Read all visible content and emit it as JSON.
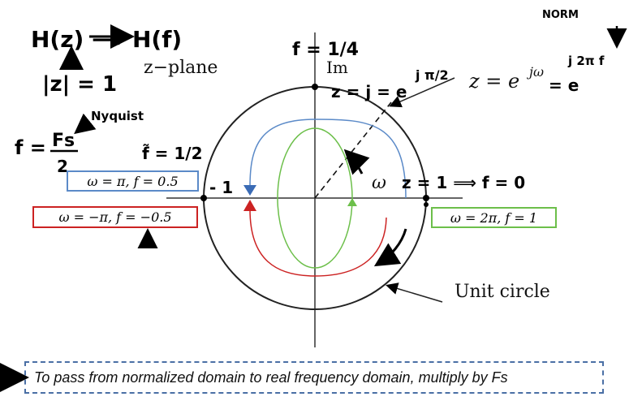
{
  "handwriting": {
    "norm": "NORM",
    "h_map": "H(z) ⟶ H(f)",
    "abs_z": "|z| = 1",
    "f_quarter": "f = 1/4",
    "nyquist": "Nyquist",
    "f_eq": "f =",
    "fs": "Fs",
    "over_two": "2",
    "f_half": "f̃ = 1/2",
    "minus_one": "- 1",
    "z_j": "z = j = e",
    "z_j_exp": "j π/2",
    "z_one": "z = 1 ⟹ f = 0",
    "formula_tail_eq": "= e",
    "formula_tail_exp": "j 2π f"
  },
  "labels": {
    "z_plane": "z−plane",
    "im": "Im",
    "formula_z": "z = e",
    "formula_exp": "jω",
    "omega": "ω",
    "unit_circle": "Unit circle"
  },
  "boxes": {
    "blue": "ω = π, f = 0.5",
    "red": "ω = −π, f = −0.5",
    "green": "ω = 2π, f = 1"
  },
  "bottom_note": "To pass from normalized domain to real frequency domain, multiply by Fs",
  "colors": {
    "blue": "#5b8ac8",
    "red": "#cc2222",
    "green": "#6cbf4a",
    "note_border": "#4a6fa5"
  }
}
